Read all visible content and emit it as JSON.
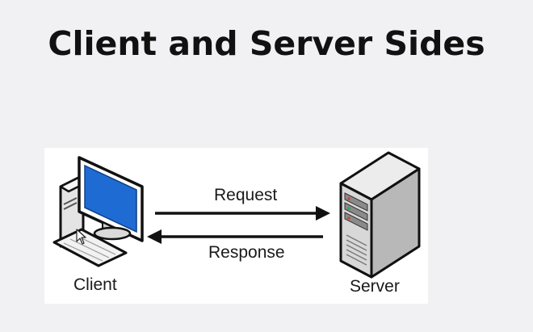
{
  "slide": {
    "title": "Client and Server Sides"
  },
  "diagram": {
    "request_label": "Request",
    "response_label": "Response",
    "client_label": "Client",
    "server_label": "Server"
  },
  "colors": {
    "background": "#f1f1f3",
    "panel": "#ffffff",
    "monitor_screen": "#1e6bd3",
    "outline": "#111111",
    "server_body": "#d6d6d6"
  },
  "icons": [
    "client-computer-icon",
    "server-tower-icon",
    "arrow-right-icon",
    "arrow-left-icon",
    "mouse-pointer-icon"
  ]
}
